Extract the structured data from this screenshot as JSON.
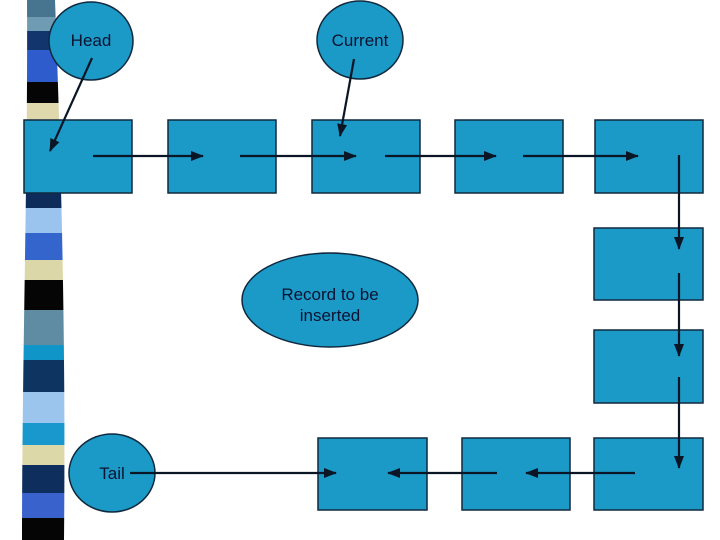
{
  "labels": {
    "head": "Head",
    "current": "Current",
    "record_line1": "Record to be",
    "record_line2": "inserted",
    "tail": "Tail"
  },
  "colors": {
    "background": "#ffffff",
    "node_fill": "#1b9ac7",
    "node_border": "#10293e",
    "arrow": "#0a1626",
    "label_text": "#0d1230"
  },
  "stripe": {
    "segments": [
      {
        "color": "#47748f"
      },
      {
        "color": "#6f9cb2"
      },
      {
        "color": "#12356e"
      },
      {
        "color": "#2e5ccc"
      },
      {
        "color": "#050505"
      },
      {
        "color": "#ded8ac"
      },
      {
        "color": "#0d2c5a"
      },
      {
        "color": "#9ac4ee"
      },
      {
        "color": "#3465cc"
      },
      {
        "color": "#dcd7a8"
      },
      {
        "color": "#050505"
      },
      {
        "color": "#5f8ba3"
      },
      {
        "color": "#1095c8"
      },
      {
        "color": "#0e3562"
      },
      {
        "color": "#9cc5ee"
      },
      {
        "color": "#1898cc"
      },
      {
        "color": "#dcd8a8"
      },
      {
        "color": "#0e2f5e"
      },
      {
        "color": "#3a62cc"
      },
      {
        "color": "#050505"
      }
    ]
  }
}
